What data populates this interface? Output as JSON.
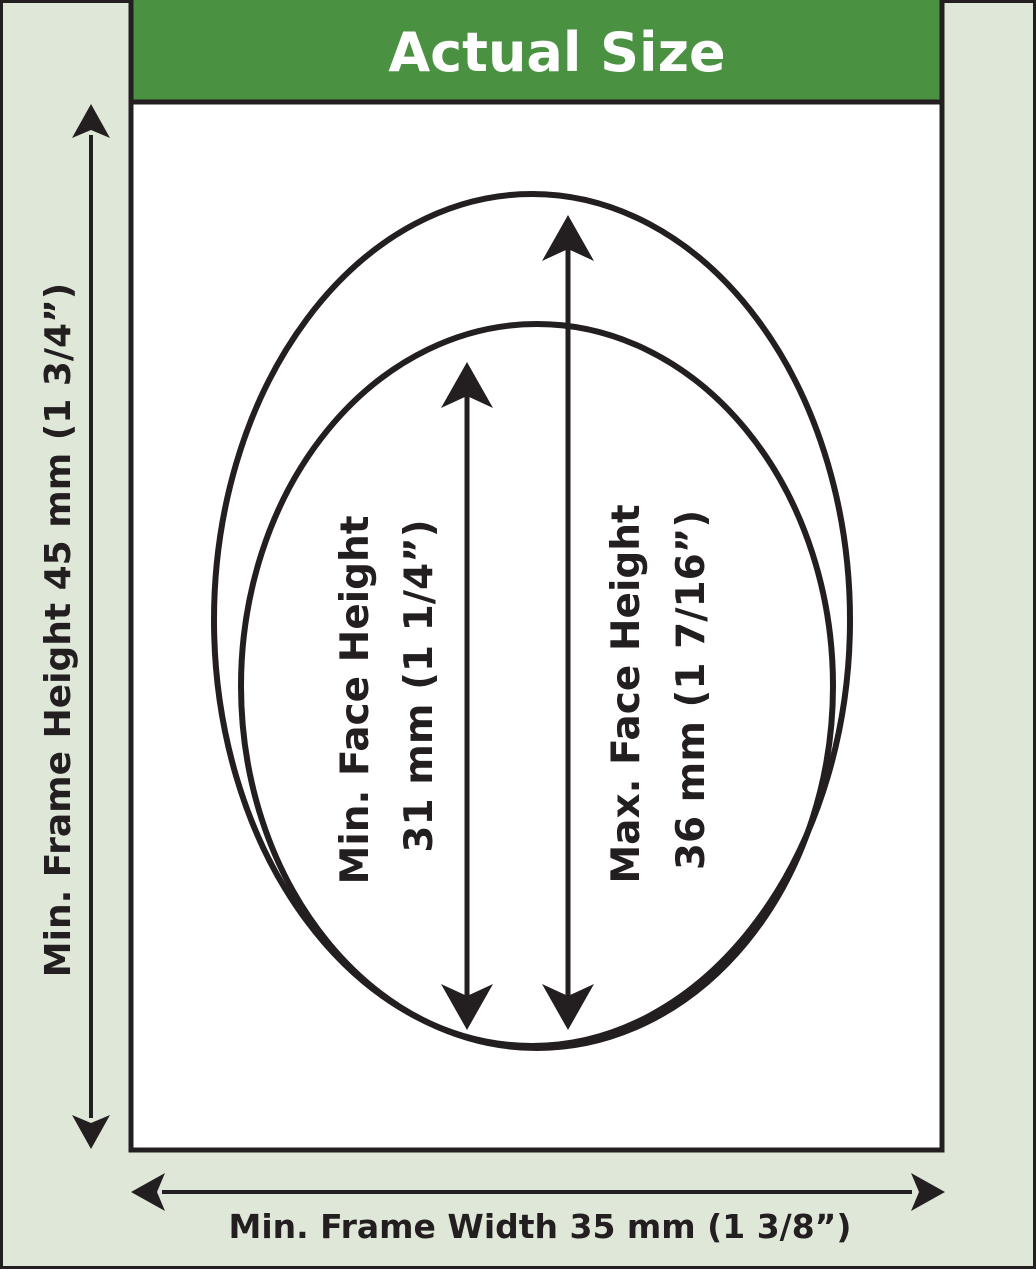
{
  "header": {
    "title": "Actual Size"
  },
  "frame": {
    "height_label": "Min. Frame Height 45 mm (1 3/4”)",
    "width_label": "Min. Frame Width 35 mm (1 3/8”)"
  },
  "face": {
    "min_label_line1": "Min. Face Height",
    "min_label_line2": "31 mm (1 1/4”)",
    "max_label_line1": "Max. Face Height",
    "max_label_line2": "36 mm (1 7/16”)"
  },
  "colors": {
    "background": "#dfe8d8",
    "header": "#4a9141",
    "header_text": "#ffffff",
    "frame_fill": "#ffffff",
    "stroke": "#231f20"
  }
}
